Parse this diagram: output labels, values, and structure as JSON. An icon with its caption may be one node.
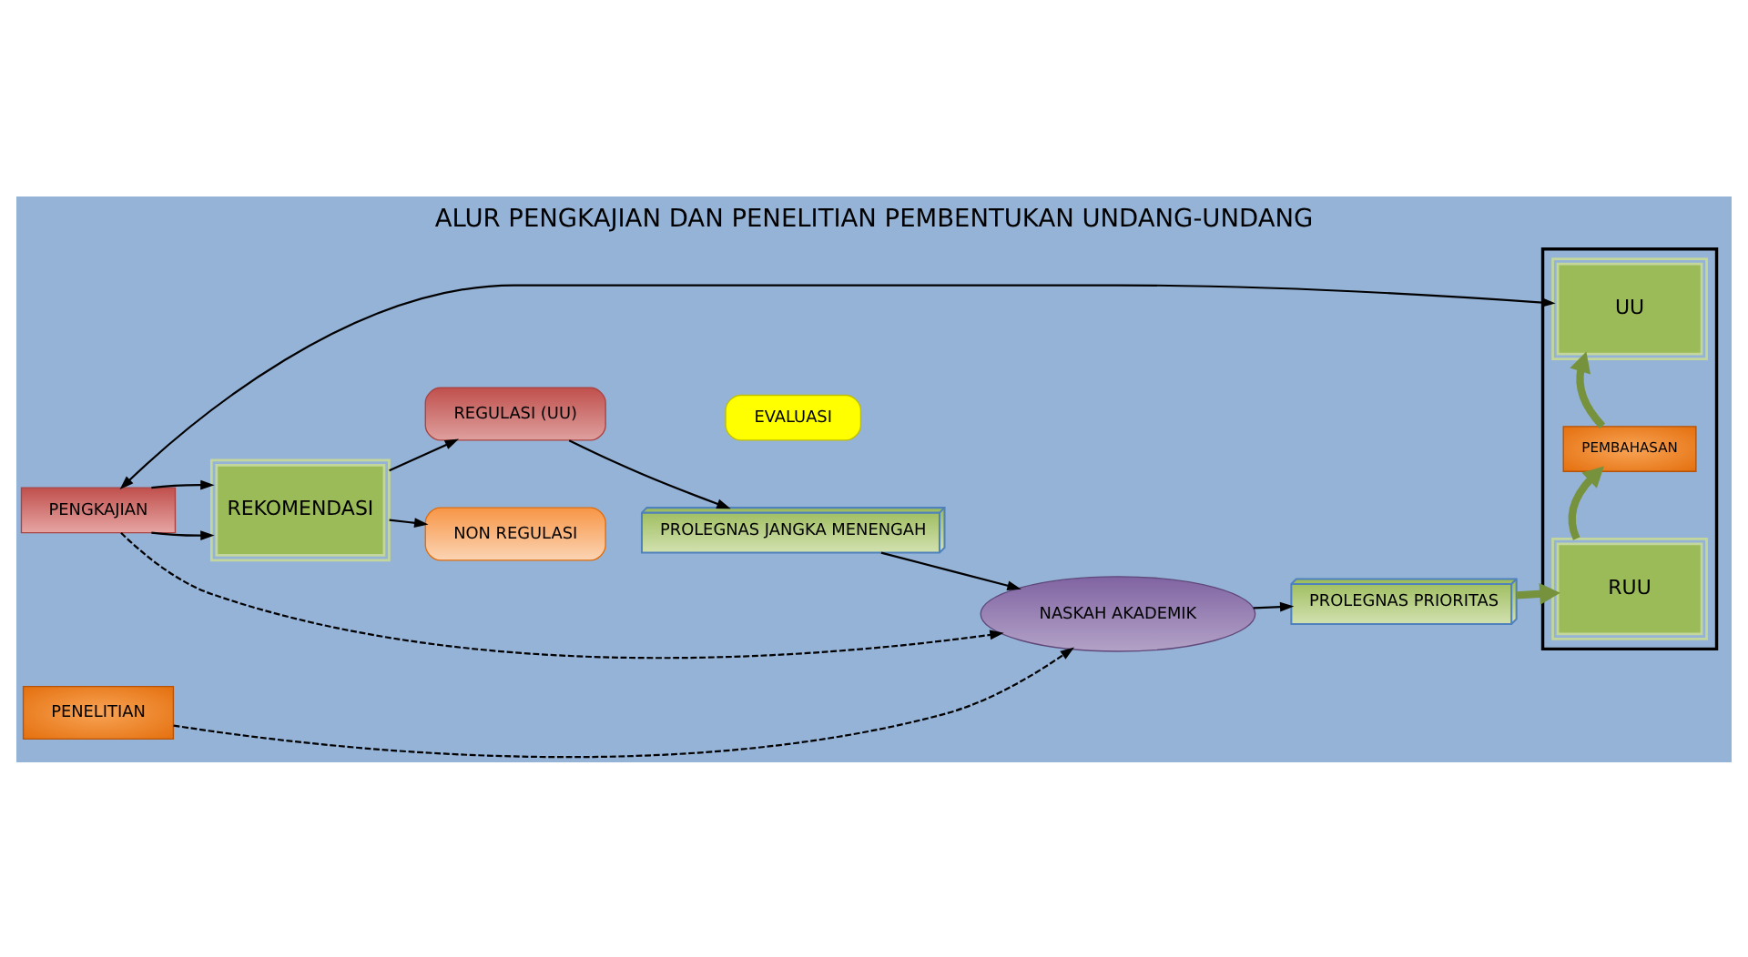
{
  "diagram": {
    "title": "ALUR PENGKAJIAN DAN PENELITIAN PEMBENTUKAN UNDANG-UNDANG",
    "nodes": [
      {
        "text": [
          "PENGKAJIAN"
        ]
      },
      {
        "text": [
          "EVALUASI"
        ]
      },
      {
        "text": [
          "PENELITIAN"
        ]
      },
      {
        "text": [
          "REKOMENDASI"
        ]
      },
      {
        "text": [
          "REGULASI (UU)"
        ]
      },
      {
        "text": [
          "NON REGULASI"
        ]
      },
      {
        "text": [
          "PROLEGNAS JANGKA MENENGAH"
        ]
      },
      {
        "text": [
          "NASKAH AKADEMIK"
        ]
      },
      {
        "text": [
          "PROLEGNAS PRIORITAS"
        ]
      },
      {
        "text": [],
        "shape": "box"
      },
      {
        "text": [
          "UU"
        ],
        "in": 9
      },
      {
        "text": [
          "PEMBAHASAN"
        ],
        "in": 9
      },
      {
        "text": [
          "RUU"
        ],
        "in": 9
      }
    ],
    "edges": [
      {
        "from": 0,
        "to": 10,
        "arrow": "both"
      },
      {
        "from": 0,
        "to": 3,
        "arrow": "to"
      },
      {
        "from": 0,
        "to": 3,
        "arrow": "to"
      },
      {
        "from": 0,
        "to": 7,
        "arrow": "to",
        "style": "dashed"
      },
      {
        "from": 2,
        "to": 7,
        "arrow": "to",
        "style": "dashed"
      },
      {
        "from": 3,
        "to": 4,
        "arrow": "to"
      },
      {
        "from": 3,
        "to": 5,
        "arrow": "to"
      },
      {
        "from": 4,
        "to": 6,
        "arrow": "to"
      },
      {
        "from": 6,
        "to": 7,
        "arrow": "to"
      },
      {
        "from": 7,
        "to": 8,
        "arrow": "to"
      },
      {
        "from": 8,
        "to": 12,
        "arrow": "to",
        "style": "thick",
        "color": "#76923c"
      },
      {
        "from": 12,
        "to": 11,
        "arrow": "to",
        "style": "thick",
        "color": "#76923c"
      },
      {
        "from": 11,
        "to": 10,
        "arrow": "to",
        "style": "thick",
        "color": "#76923c"
      }
    ]
  }
}
